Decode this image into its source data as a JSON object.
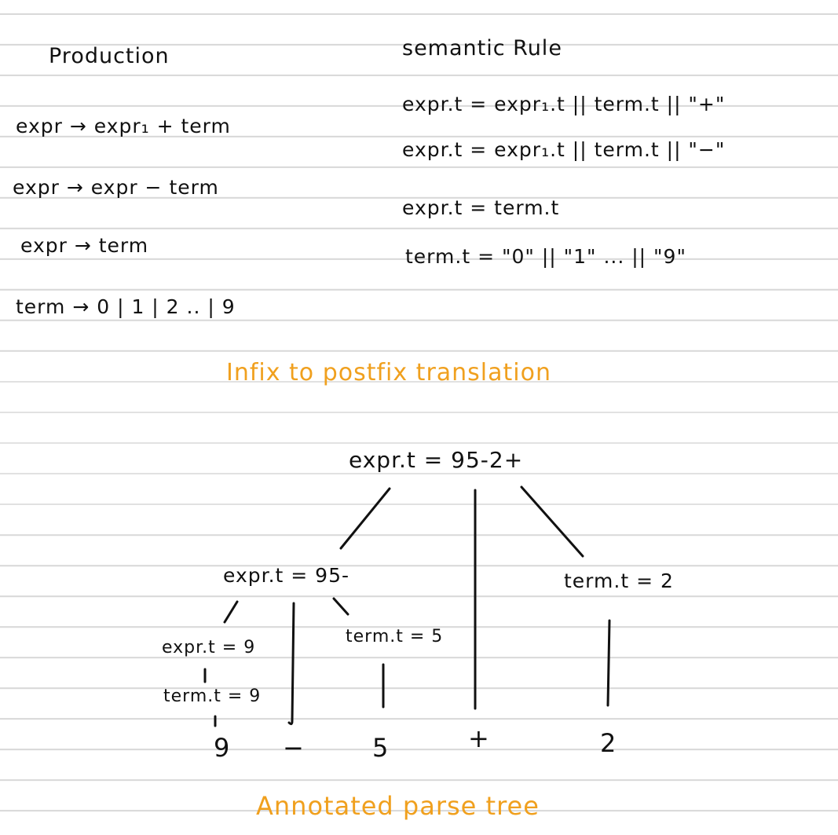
{
  "headers": {
    "production": "Production",
    "semantic_rule": "semantic Rule"
  },
  "productions": [
    "expr → expr₁ + term",
    "expr → expr − term",
    "expr → term",
    "term → 0 | 1 | 2 .. | 9"
  ],
  "rules": [
    "expr.t = expr₁.t || term.t || \"+\"",
    "expr.t = expr₁.t || term.t || \"−\"",
    "expr.t = term.t",
    "term.t = \"0\" || \"1\" ... || \"9\""
  ],
  "section_title": "Infix to postfix translation",
  "tree": {
    "root": "expr.t = 95-2+",
    "left": "expr.t = 95-",
    "right_term": "term.t = 2",
    "ll_expr": "expr.t = 9",
    "ll_term": "term.t = 9",
    "lr_term": "term.t = 5",
    "leaves": [
      "9",
      "−",
      "5",
      "+",
      "2"
    ]
  },
  "caption": "Annotated parse tree",
  "accent_color": "#f0a01e"
}
